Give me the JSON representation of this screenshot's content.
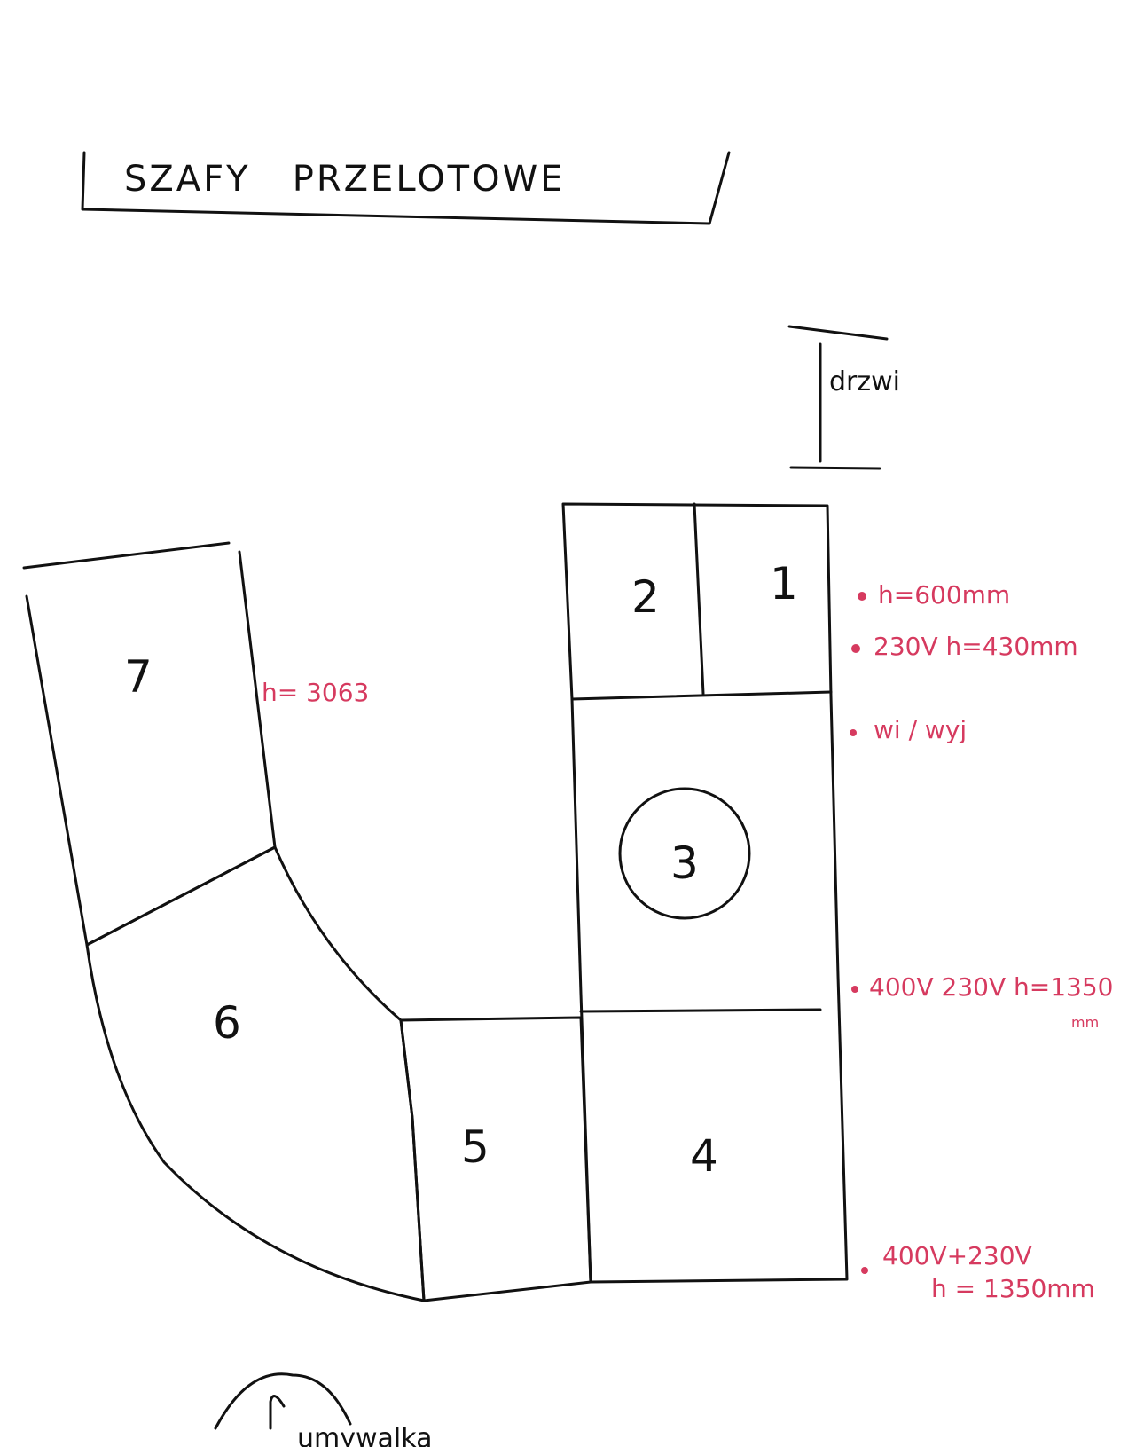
{
  "title": "SZAFY   PRZELOTOWE",
  "door_label": "drzwi",
  "cabinets": [
    {
      "id": "1"
    },
    {
      "id": "2"
    },
    {
      "id": "3"
    },
    {
      "id": "4"
    },
    {
      "id": "5"
    },
    {
      "id": "6"
    },
    {
      "id": "7"
    }
  ],
  "annotations": {
    "cab7_height": "h= 3063",
    "note1": "h=600mm",
    "note2": "230V  h=430mm",
    "note3": "wi / wyj",
    "note4": "400V 230V h=1350",
    "note4_unit": "mm",
    "note5_line1": "400V+230V",
    "note5_line2": "h = 1350mm"
  },
  "bottom_label": "umywalka",
  "colors": {
    "ink": "#111111",
    "annotation": "#d63a5f"
  }
}
